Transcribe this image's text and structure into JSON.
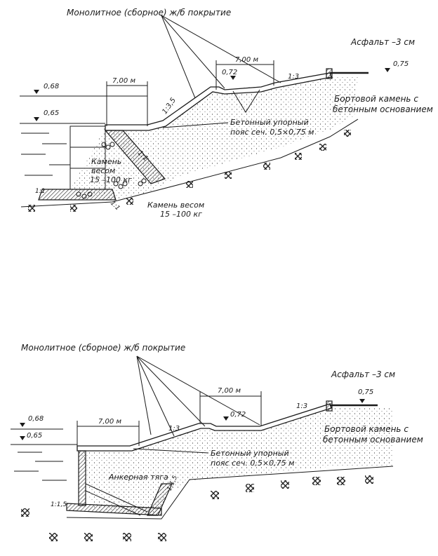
{
  "top": {
    "cover_label": "Монолитное (сборное) ж/б покрытие",
    "asphalt_label": "Асфальт –3 см",
    "level_075": "0,75",
    "level_068": "0,68",
    "level_065": "0,65",
    "level_072": "0,72",
    "width_7m_upper": "7,00 м",
    "width_7m_lower": "7,00 м",
    "slope_13": "1:3",
    "slope_135": "1:3,5",
    "slope_11a": "1:1",
    "slope_11b": "1:1",
    "curb_line1": "Бортовой камень с",
    "curb_line2": "бетонным основанием",
    "belt_line1": "Бетонный упорный",
    "belt_line2": "пояс сеч. 0,5×0,75 м",
    "stone_line1": "Камень",
    "stone_line2": "весом",
    "stone_line3": "15 –100 кг",
    "stone2_line1": "Камень весом",
    "stone2_line2": "15 –100 кг",
    "slope_11c": "1:1"
  },
  "bottom": {
    "cover_label": "Монолитное (сборное) ж/б покрытие",
    "asphalt_label": "Асфальт –3 см",
    "level_075": "0,75",
    "level_068": "0,68",
    "level_065": "0,65",
    "level_072": "0,72",
    "width_7m_upper": "7,00 м",
    "width_7m_lower": "7,00 м",
    "slope_13a": "1:3",
    "slope_13b": "1:3",
    "slope_115a": "1:1,5",
    "slope_115b": "1:1,5",
    "curb_line1": "Бортовой камень с",
    "curb_line2": "бетонным основанием",
    "belt_line1": "Бетонный упорный",
    "belt_line2": "пояс сеч. 0,5×0,75 м",
    "anchor_label": "Анкерная тяга"
  }
}
